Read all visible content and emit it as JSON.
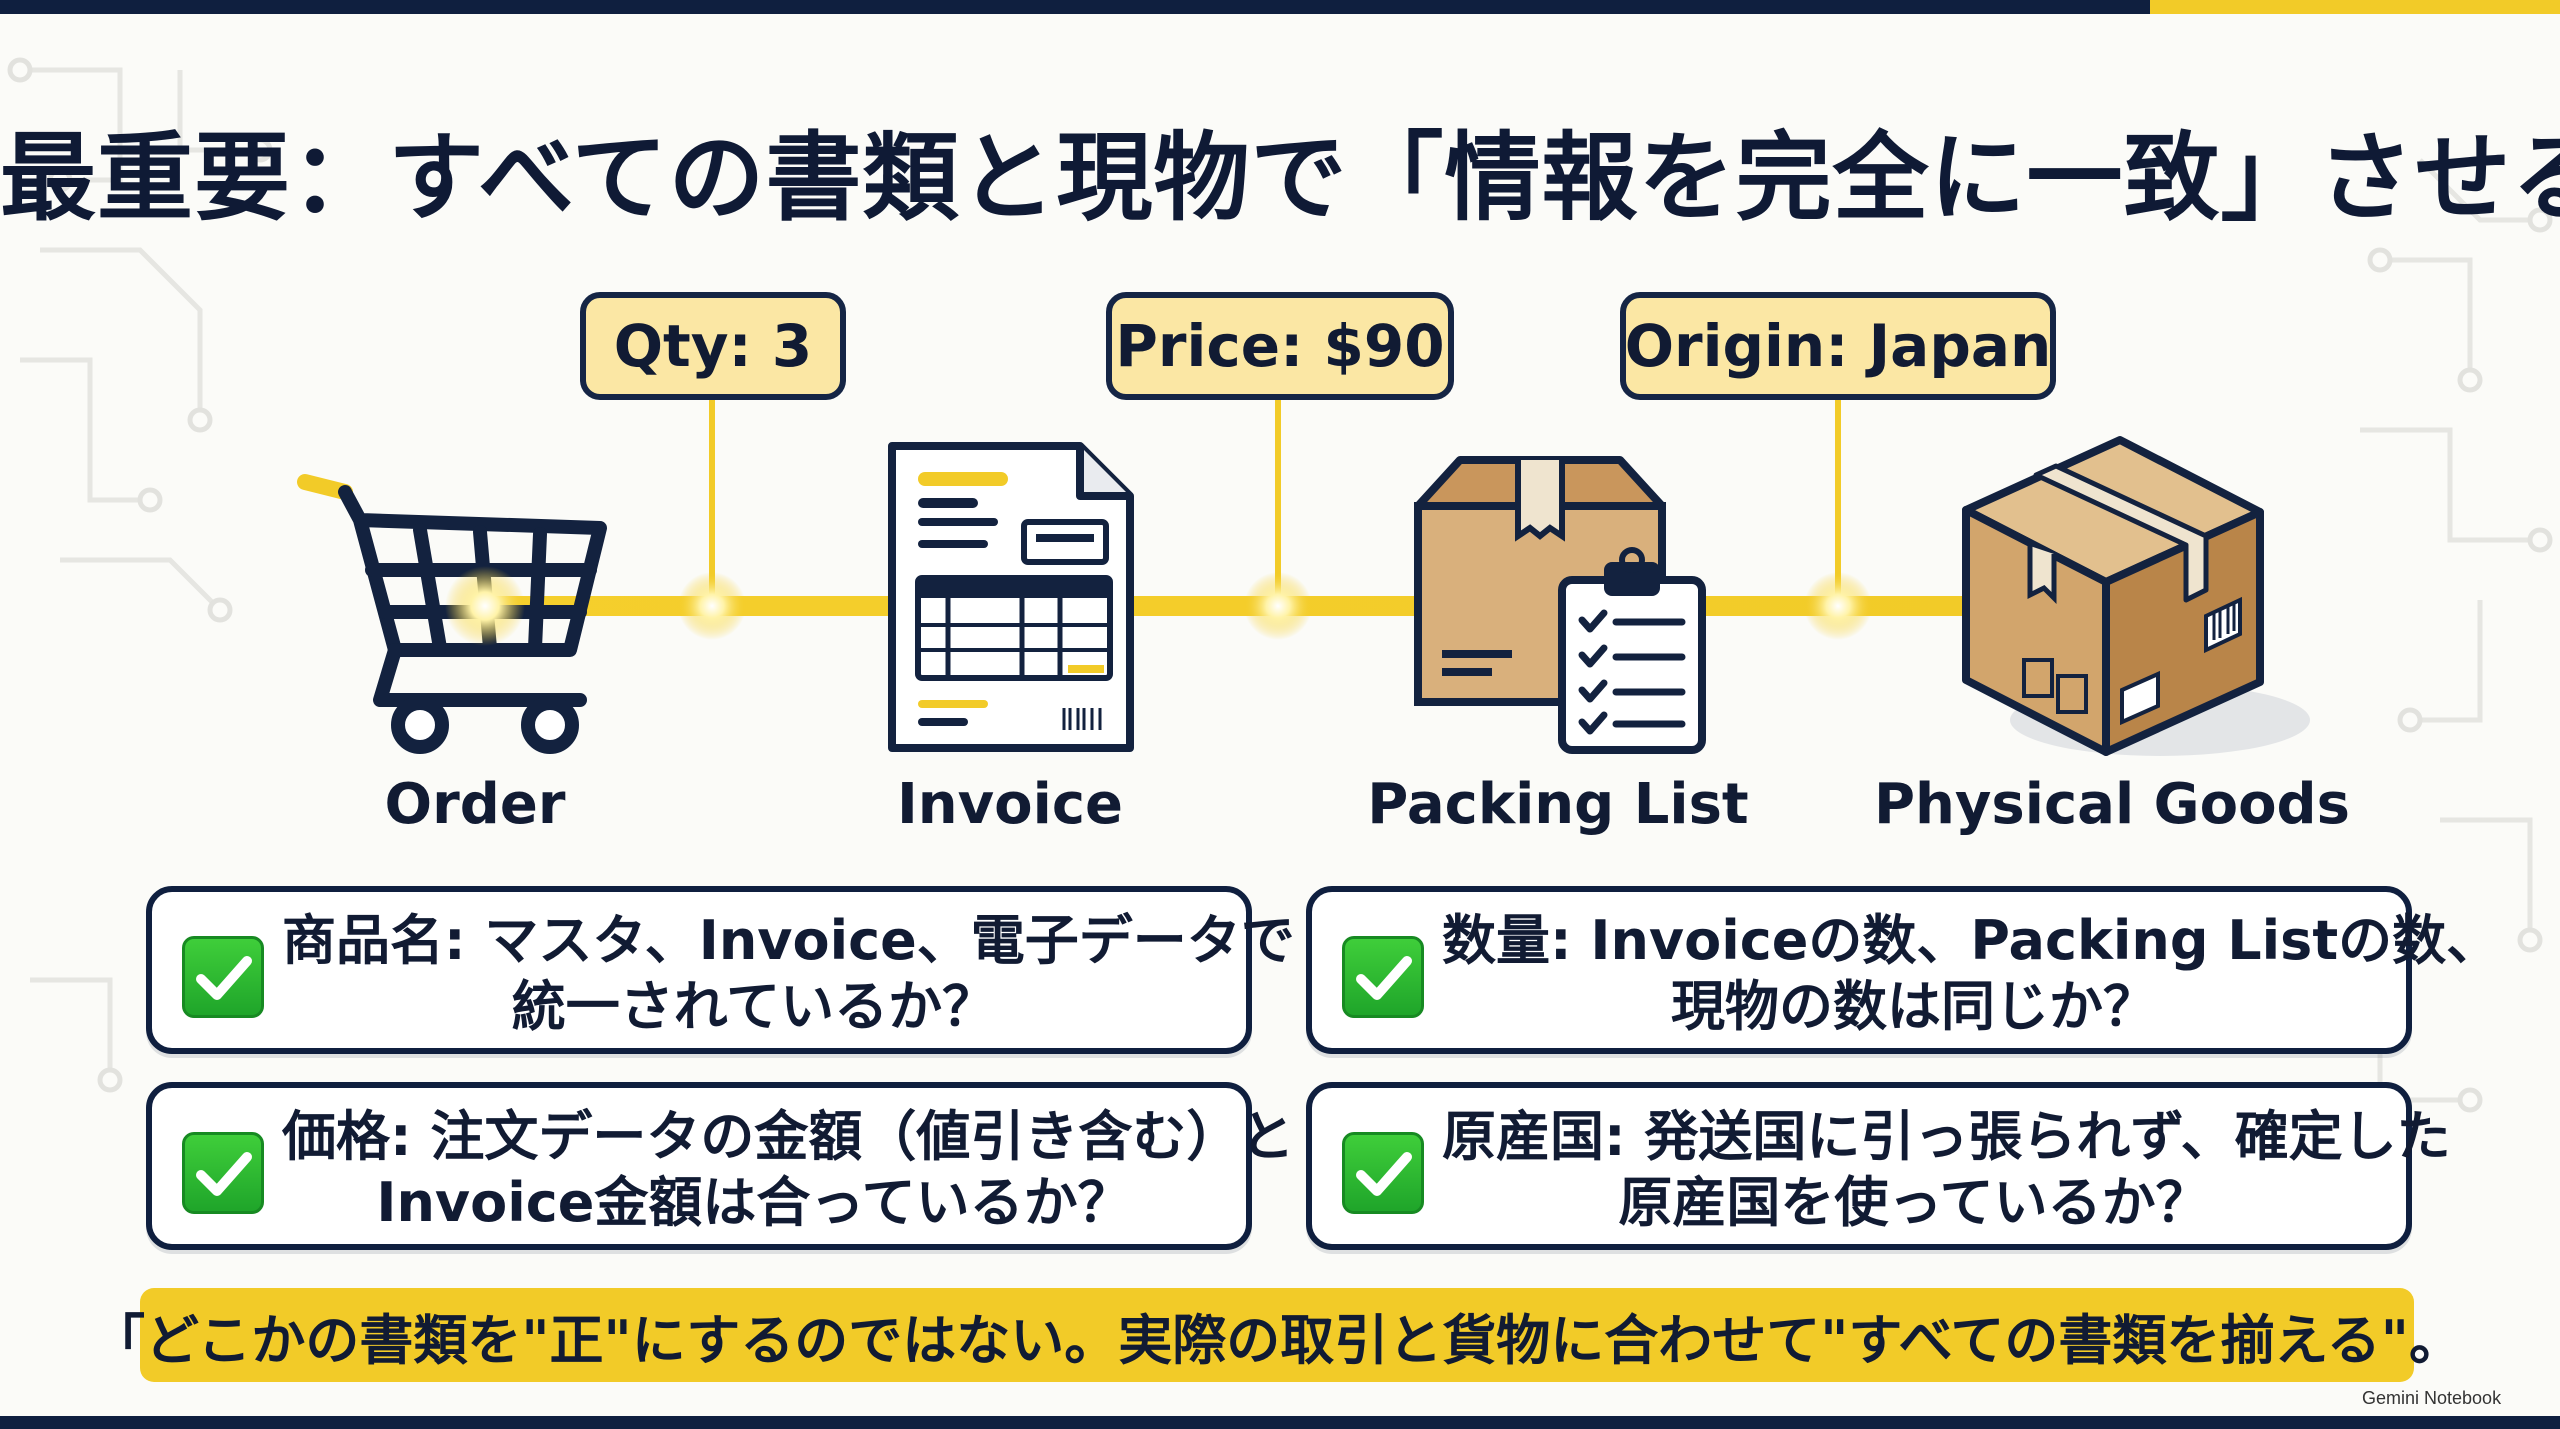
{
  "title": "最重要：すべての書類と現物で「情報を完全に一致」させる",
  "tags": {
    "qty": "Qty: 3",
    "price": "Price: $90",
    "origin": "Origin: Japan"
  },
  "stages": [
    {
      "label": "Order",
      "icon": "shopping-cart-icon"
    },
    {
      "label": "Invoice",
      "icon": "invoice-document-icon"
    },
    {
      "label": "Packing List",
      "icon": "box-with-clipboard-icon"
    },
    {
      "label": "Physical Goods",
      "icon": "cardboard-box-icon"
    }
  ],
  "checks": [
    {
      "line1": "商品名: マスタ、Invoice、電子データで",
      "line2": "統一されているか？"
    },
    {
      "line1": "数量: Invoiceの数、Packing Listの数、",
      "line2": "現物の数は同じか？"
    },
    {
      "line1": "価格: 注文データの金額（値引き含む）と",
      "line2": "Invoice金額は合っているか？"
    },
    {
      "line1": "原産国: 発送国に引っ張られず、確定した",
      "line2": "原産国を使っているか？"
    }
  ],
  "banner": "「どこかの書類を\"正\"にするのではない。実際の取引と貨物に合わせて\"すべての書類を揃える\"。",
  "watermark": "Gemini Notebook",
  "colors": {
    "navy": "#0f1f3f",
    "yellow": "#f2cb28",
    "tag_fill": "#fbe7a4",
    "check_green": "#22b02c",
    "cardboard": "#d9b07c"
  }
}
